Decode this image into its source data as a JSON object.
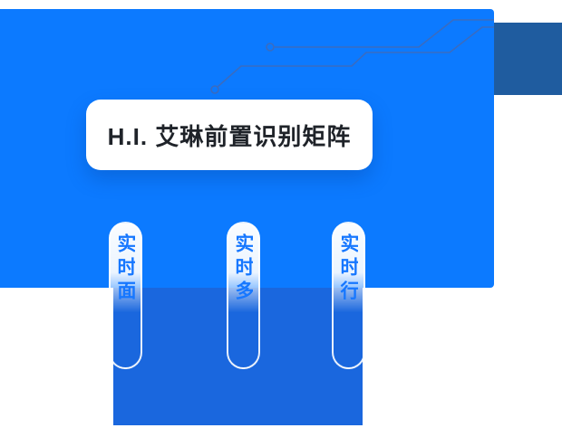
{
  "title": {
    "text": "H.I. 艾琳前置识别矩阵"
  },
  "features": [
    {
      "label": "实时面"
    },
    {
      "label": "实时多"
    },
    {
      "label": "实时行"
    }
  ],
  "icons": {
    "circuit_node": "circle"
  },
  "colors": {
    "hero_blue": "#0c7aff",
    "dark_blue": "#1f5c9f",
    "panel_blue": "#1a67de",
    "trace_blue": "#3a6cc0",
    "capsule_text": "#1677ff",
    "title_text": "#1f2329"
  }
}
